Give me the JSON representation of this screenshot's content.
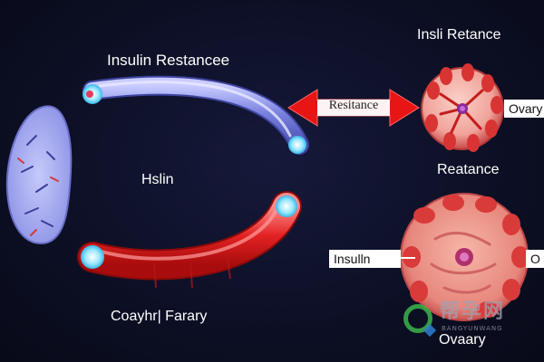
{
  "labels": {
    "insulin_resistance": "Insulin Restancee",
    "top_right": "Insli Retance",
    "insulin_mid": "Hslin",
    "right_mid": "Reatance",
    "bottom_left": "Coayhr| Farary",
    "bottom_right": "Ovaary"
  },
  "arrow": {
    "text": "Resitance",
    "color": "#e81515"
  },
  "boxes": {
    "ovary_top": "Ovary",
    "insulin": "Insulln",
    "o": "O"
  },
  "watermark": {
    "text": "帮孕网",
    "subtext": "BANGYUNWANG"
  },
  "colors": {
    "background": "#0d1026",
    "blue_tube": "#7b83e0",
    "red_tube": "#e32222",
    "cell": "#e06a6a",
    "pancreas": "#9aa0ea"
  }
}
